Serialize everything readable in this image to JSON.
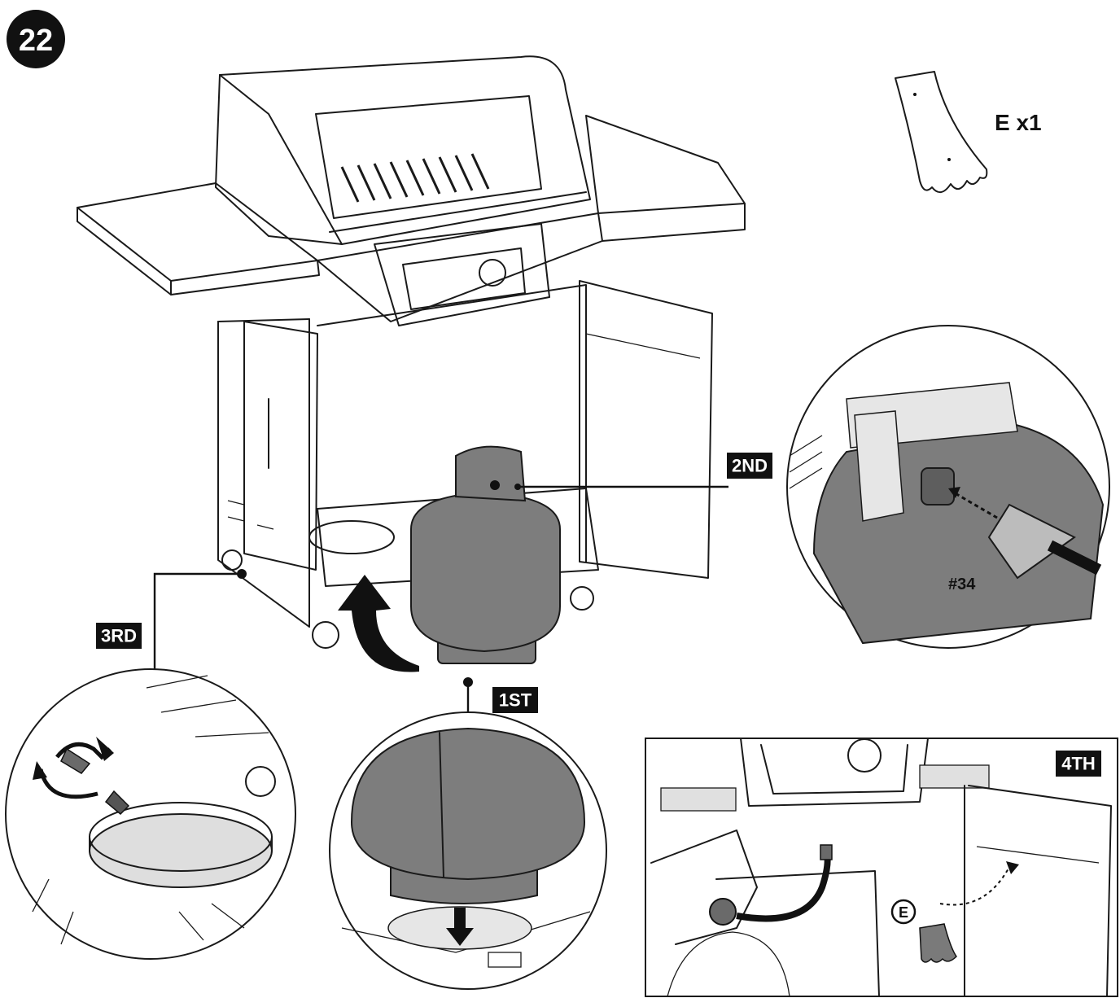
{
  "step_number": "22",
  "part": {
    "label": "E x1"
  },
  "callouts": {
    "first": "1ST",
    "second": "2ND",
    "third": "3RD",
    "fourth": "4TH"
  },
  "detail_2nd": {
    "part_ref": "#34"
  },
  "detail_4th": {
    "part_letter": "E"
  },
  "colors": {
    "ink": "#111111",
    "tank_gray": "#7d7d7d"
  }
}
